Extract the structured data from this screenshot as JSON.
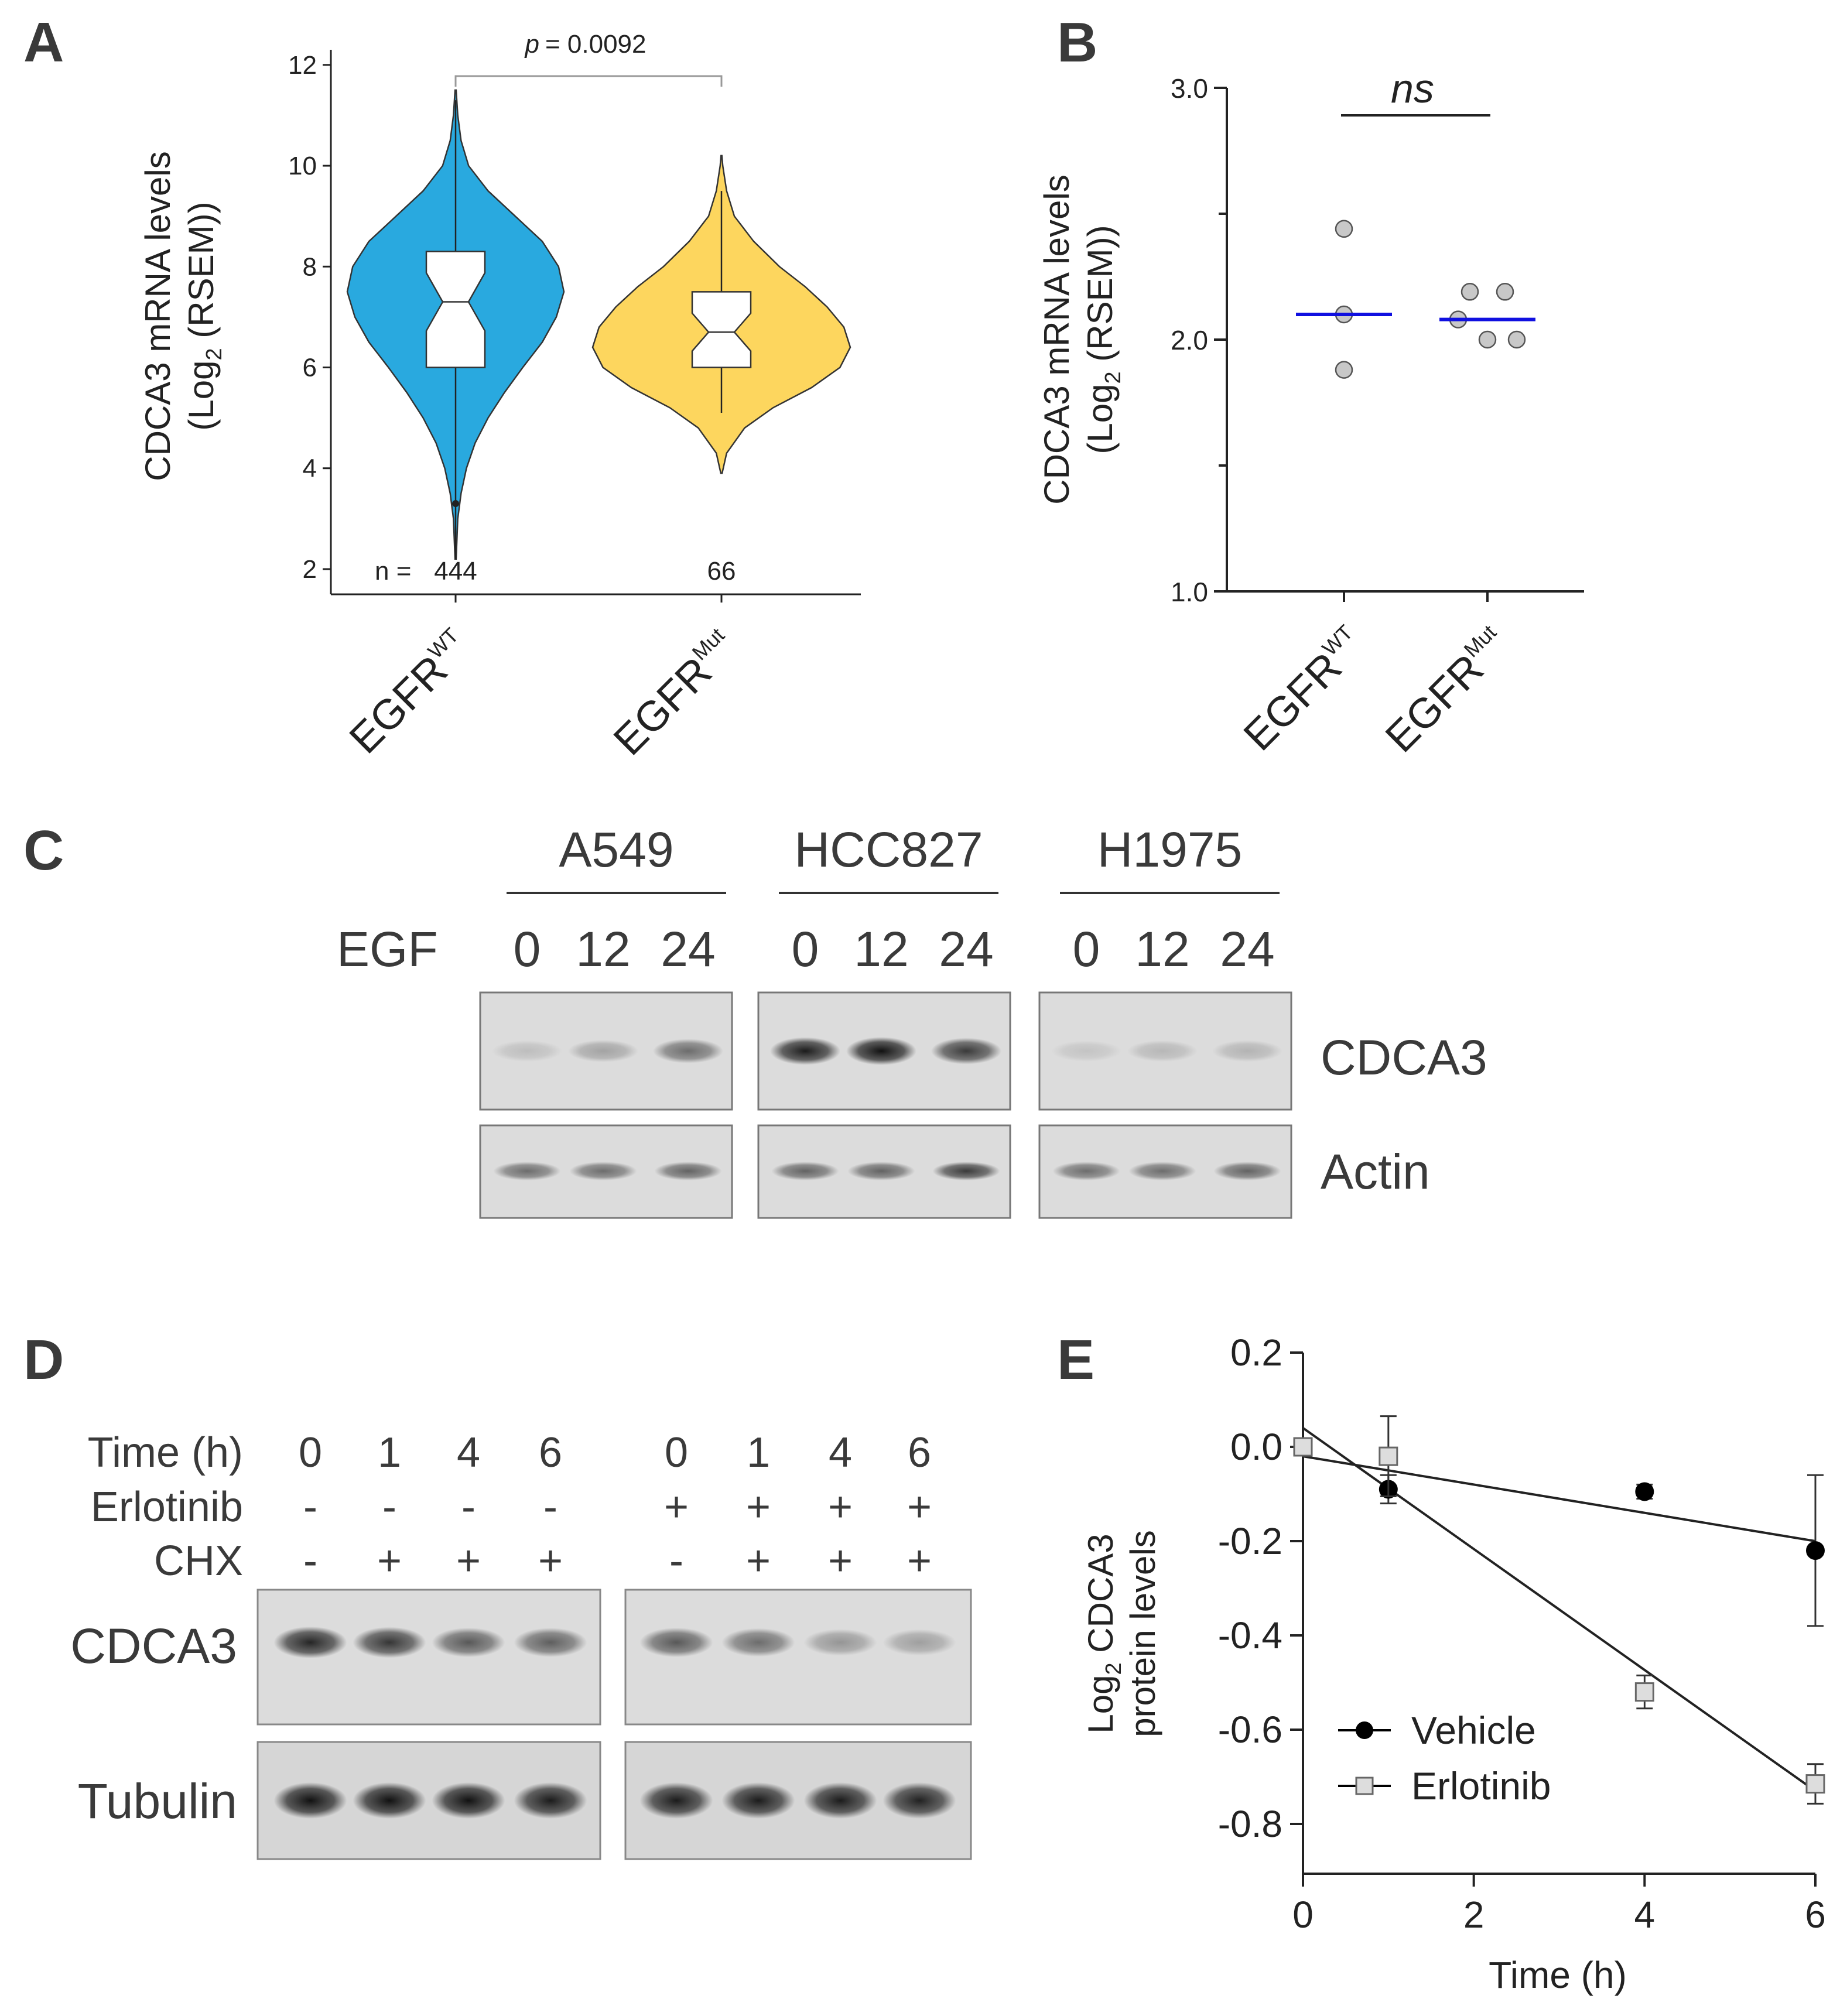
{
  "panels": {
    "A": {
      "letter": "A",
      "chart_data": {
        "type": "violin",
        "ylabel": "CDCA3 mRNA levels",
        "ylabel_line2_prefix": "(Log",
        "ylabel_line2_sub": "2",
        "ylabel_line2_suffix": " (RSEM))",
        "ylim": [
          1.5,
          12.3
        ],
        "yticks": [
          2,
          4,
          6,
          8,
          10,
          12
        ],
        "n_prefix": "n =",
        "pvalue_italic": "p",
        "pvalue_text": "= 0.0092",
        "categories": [
          {
            "base": "EGFR",
            "sup": "WT",
            "n": "444",
            "color": "#29a9df",
            "box": {
              "q1": 6.0,
              "median": 7.3,
              "q3": 8.3
            },
            "whisker": [
              3.3,
              11.3
            ],
            "outlier_y": 3.3,
            "density": [
              [
                2.2,
                0.005
              ],
              [
                3.0,
                0.02
              ],
              [
                3.5,
                0.05
              ],
              [
                4.0,
                0.1
              ],
              [
                4.5,
                0.18
              ],
              [
                5.0,
                0.3
              ],
              [
                5.5,
                0.45
              ],
              [
                6.0,
                0.62
              ],
              [
                6.5,
                0.8
              ],
              [
                7.0,
                0.93
              ],
              [
                7.5,
                1.0
              ],
              [
                8.0,
                0.95
              ],
              [
                8.5,
                0.8
              ],
              [
                9.0,
                0.55
              ],
              [
                9.5,
                0.3
              ],
              [
                10.0,
                0.12
              ],
              [
                10.5,
                0.05
              ],
              [
                11.0,
                0.02
              ],
              [
                11.5,
                0.005
              ]
            ]
          },
          {
            "base": "EGFR",
            "sup": "Mut",
            "n": "66",
            "color": "#fdd65e",
            "box": {
              "q1": 6.0,
              "median": 6.7,
              "q3": 7.5
            },
            "whisker": [
              5.1,
              9.5
            ],
            "outlier_y": null,
            "density": [
              [
                3.9,
                0.005
              ],
              [
                4.3,
                0.04
              ],
              [
                4.8,
                0.18
              ],
              [
                5.2,
                0.4
              ],
              [
                5.6,
                0.7
              ],
              [
                6.0,
                0.92
              ],
              [
                6.4,
                1.0
              ],
              [
                6.8,
                0.95
              ],
              [
                7.2,
                0.82
              ],
              [
                7.6,
                0.65
              ],
              [
                8.0,
                0.45
              ],
              [
                8.5,
                0.25
              ],
              [
                9.0,
                0.1
              ],
              [
                9.5,
                0.04
              ],
              [
                10.0,
                0.01
              ],
              [
                10.2,
                0.003
              ]
            ]
          }
        ]
      }
    },
    "B": {
      "letter": "B",
      "chart_data": {
        "type": "scatter",
        "ylabel": "CDCA3 mRNA levels",
        "ylabel_line2_prefix": "(Log",
        "ylabel_line2_sub": "2",
        "ylabel_line2_suffix": " (RSEM))",
        "ylim": [
          1.0,
          3.0
        ],
        "yticks": [
          "1.0",
          "2.0",
          "3.0"
        ],
        "significance": "ns",
        "categories": [
          {
            "base": "EGFR",
            "sup": "WT",
            "points": [
              2.44,
              2.1,
              1.88
            ],
            "mean": 2.1
          },
          {
            "base": "EGFR",
            "sup": "Mut",
            "points": [
              2.19,
              2.19,
              2.08,
              2.0,
              2.0
            ],
            "mean": 2.08
          }
        ],
        "mean_color": "#1010e0"
      }
    },
    "C": {
      "letter": "C",
      "cell_lines": [
        "A549",
        "HCC827",
        "H1975"
      ],
      "treatment_label": "EGF",
      "timepoints": [
        "0",
        "12",
        "24"
      ],
      "rows": [
        "CDCA3",
        "Actin"
      ],
      "cdca3_intensity": [
        [
          0.15,
          0.28,
          0.55
        ],
        [
          0.95,
          1.0,
          0.8
        ],
        [
          0.12,
          0.18,
          0.2
        ]
      ],
      "actin_intensity": [
        [
          0.55,
          0.55,
          0.6
        ],
        [
          0.6,
          0.6,
          0.8
        ],
        [
          0.55,
          0.55,
          0.6
        ]
      ]
    },
    "D": {
      "letter": "D",
      "row_labels": [
        "Time (h)",
        "Erlotinib",
        "CHX"
      ],
      "time": [
        "0",
        "1",
        "4",
        "6",
        "0",
        "1",
        "4",
        "6"
      ],
      "erlotinib": [
        "-",
        "-",
        "-",
        "-",
        "+",
        "+",
        "+",
        "+"
      ],
      "chx": [
        "-",
        "+",
        "+",
        "+",
        "-",
        "+",
        "+",
        "+"
      ],
      "blot_rows": [
        "CDCA3",
        "Tubulin"
      ],
      "cdca3_intensity": [
        0.9,
        0.82,
        0.65,
        0.62,
        0.65,
        0.55,
        0.35,
        0.3
      ],
      "tubulin_intensity": [
        1.0,
        1.0,
        1.0,
        0.95,
        0.95,
        0.95,
        0.95,
        0.92
      ]
    },
    "E": {
      "letter": "E",
      "chart_data": {
        "type": "scatter",
        "xlabel": "Time (h)",
        "ylabel_prefix": "Log",
        "ylabel_sub": "2",
        "ylabel_suffix": " CDCA3",
        "ylabel_line2": "protein levels",
        "xlim": [
          0,
          6
        ],
        "ylim": [
          -0.8,
          0.2
        ],
        "xticks": [
          "0",
          "2",
          "4",
          "6"
        ],
        "yticks": [
          "0.2",
          "0.0",
          "-0.2",
          "-0.4",
          "-0.6",
          "-0.8"
        ],
        "series": [
          {
            "name": "Vehicle",
            "marker": "circle",
            "color": "#000000",
            "x": [
              0,
              1,
              4,
              6
            ],
            "y": [
              0.0,
              -0.09,
              -0.095,
              -0.22
            ],
            "err": [
              0.0,
              0.03,
              0.015,
              0.16
            ],
            "fit": [
              [
                0,
                -0.02
              ],
              [
                6,
                -0.2
              ]
            ]
          },
          {
            "name": "Erlotinib",
            "marker": "square",
            "color": "#dddddd",
            "x": [
              0,
              1,
              4,
              6
            ],
            "y": [
              0.0,
              -0.02,
              -0.52,
              -0.715
            ],
            "err": [
              0.0,
              0.085,
              0.035,
              0.042
            ],
            "fit": [
              [
                0,
                0.04
              ],
              [
                6,
                -0.73
              ]
            ]
          }
        ]
      }
    }
  }
}
